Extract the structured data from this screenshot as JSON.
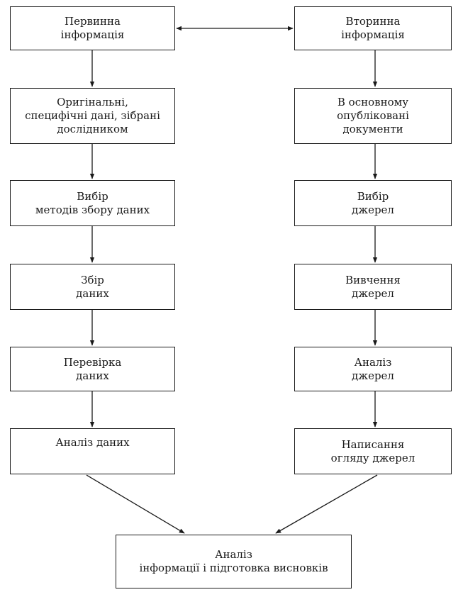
{
  "left_column": {
    "primary_info": [
      "Первинна",
      "інформація"
    ],
    "original_data": [
      "Оригінальні,",
      "специфічні дані, зібрані",
      "дослідником"
    ],
    "choose_methods": [
      "Вибір",
      "методів збору даних"
    ],
    "collect_data": [
      "Збір",
      "даних"
    ],
    "verify_data": [
      "Перевірка",
      "даних"
    ],
    "analyze_data": [
      "Аналіз даних"
    ]
  },
  "right_column": {
    "secondary_info": [
      "Вторинна",
      "інформація"
    ],
    "published_docs": [
      "В основному",
      "опубліковані",
      "документи"
    ],
    "choose_sources": [
      "Вибір",
      "джерел"
    ],
    "study_sources": [
      "Вивчення",
      "джерел"
    ],
    "analyze_sources": [
      "Аналіз",
      "джерел"
    ],
    "write_review": [
      "Написання",
      "огляду джерел"
    ]
  },
  "final_step": [
    "Аналіз",
    "інформації і підготовка висновків"
  ],
  "colors": {
    "stroke": "#1a1a1a",
    "background": "#ffffff"
  }
}
